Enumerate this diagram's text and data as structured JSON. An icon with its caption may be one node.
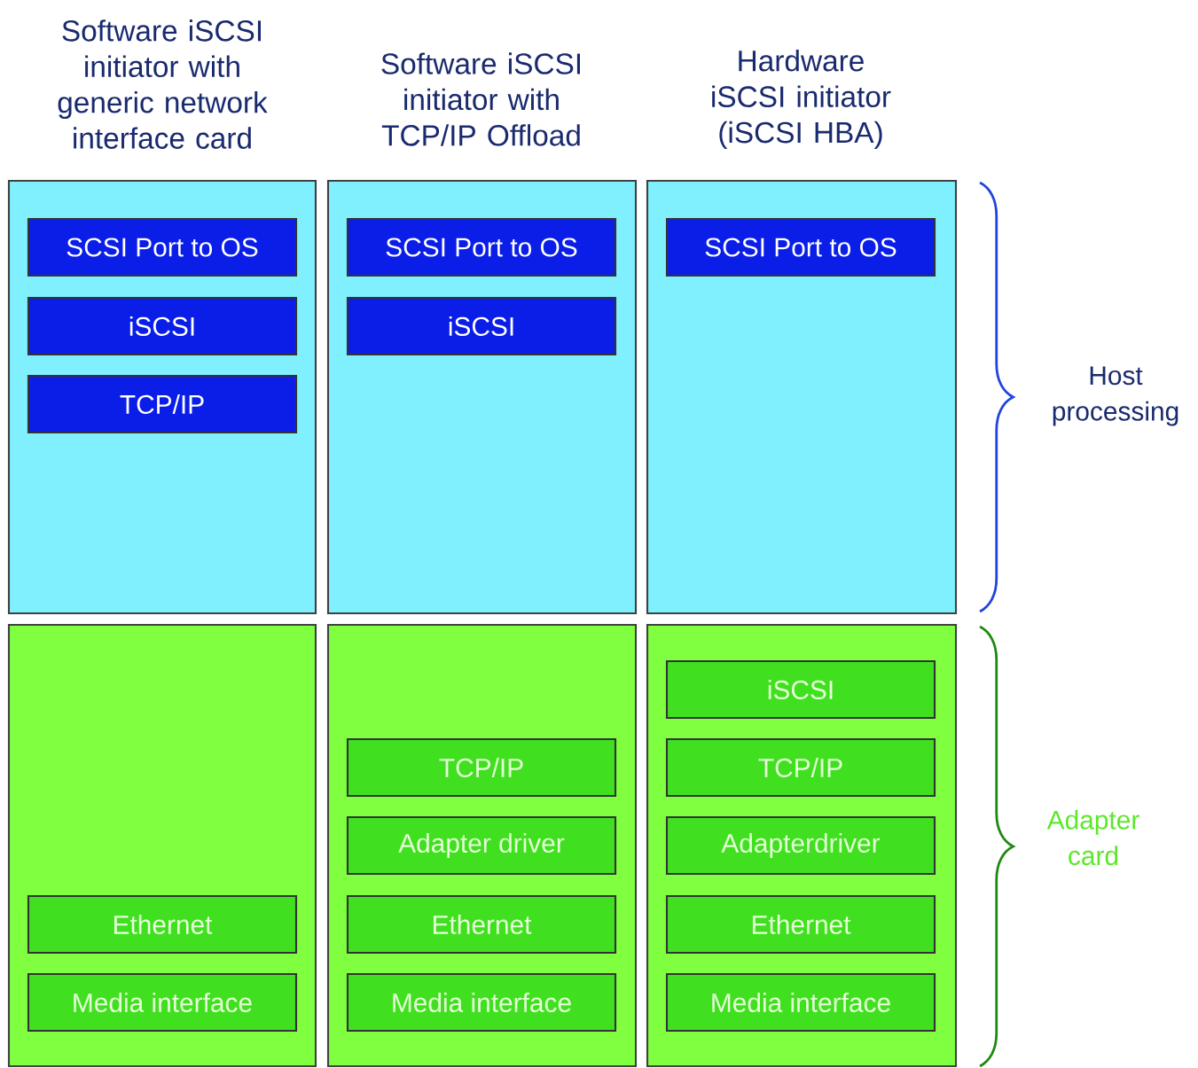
{
  "diagram": {
    "nodes": [
      {
        "text": [],
        "shape": "box"
      },
      {
        "text": [
          "SCSI Port to OS"
        ],
        "in": 0
      },
      {
        "text": [
          "iSCSI"
        ],
        "in": 0
      },
      {
        "text": [
          "TCP/IP"
        ],
        "in": 0
      },
      {
        "text": [],
        "shape": "box"
      },
      {
        "text": [
          "SCSI Port to OS"
        ],
        "in": 4
      },
      {
        "text": [
          "iSCSI"
        ],
        "in": 4
      },
      {
        "text": [],
        "shape": "box"
      },
      {
        "text": [
          "SCSI Port to OS"
        ],
        "in": 7
      },
      {
        "text": [],
        "shape": "box"
      },
      {
        "text": [
          "Ethernet"
        ],
        "in": 9
      },
      {
        "text": [
          "Media interface"
        ],
        "in": 9
      },
      {
        "text": [],
        "shape": "box"
      },
      {
        "text": [
          "TCP/IP"
        ],
        "in": 12
      },
      {
        "text": [
          "Adapter driver"
        ],
        "in": 12
      },
      {
        "text": [
          "Ethernet"
        ],
        "in": 12
      },
      {
        "text": [
          "Media interface"
        ],
        "in": 12
      },
      {
        "text": [],
        "shape": "box"
      },
      {
        "text": [
          "iSCSI"
        ],
        "in": 17
      },
      {
        "text": [
          "TCP/IP"
        ],
        "in": 17
      },
      {
        "text": [
          "Adapterdriver"
        ],
        "in": 17
      },
      {
        "text": [
          "Ethernet"
        ],
        "in": 17
      },
      {
        "text": [
          "Media interface"
        ],
        "in": 17
      }
    ],
    "labels": [
      "Software iSCSI initiator with generic network interface card",
      "Software iSCSI initiator with TCP/IP Offload",
      "Hardware iSCSI initiator (iSCSI HBA)",
      "Host processing",
      "Adapter card"
    ]
  }
}
